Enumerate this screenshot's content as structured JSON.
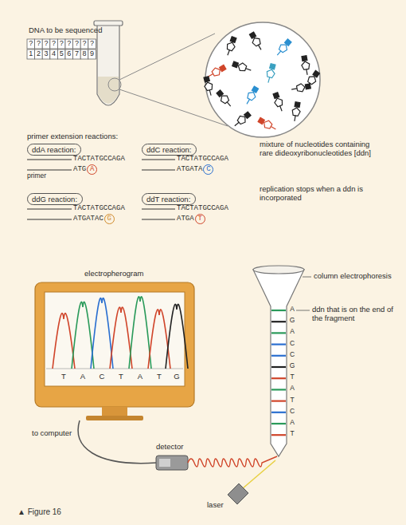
{
  "diagram": {
    "caption": "▲ Figure 16",
    "nodes": [
      {
        "text": [
          "ddA reaction:"
        ]
      },
      {
        "text": [
          "ddC reaction:"
        ]
      },
      {
        "text": [
          "ddG reaction:"
        ]
      },
      {
        "text": [
          "ddT reaction:"
        ]
      },
      {
        "text": [
          "A"
        ]
      },
      {
        "text": [
          "C"
        ]
      },
      {
        "text": [
          "G"
        ]
      },
      {
        "text": [
          "T"
        ]
      }
    ],
    "labels": [
      "DNA to be sequenced",
      "?",
      "?",
      "?",
      "?",
      "?",
      "?",
      "?",
      "?",
      "?",
      "1",
      "2",
      "3",
      "4",
      "5",
      "6",
      "7",
      "8",
      "9",
      "primer extension reactions:",
      "TACTATGCCAGA",
      "ATG",
      "primer",
      "TACTATGCCAGA",
      "ATGATA",
      "TACTATGCCAGA",
      "ATGATAC",
      "TACTATGCCAGA",
      "ATGA",
      "mixture of nucleotides containing rare dideoxyribonucleotides [ddn]",
      "replication stops when a ddn is incorporated",
      "electropherogram",
      "T",
      "A",
      "C",
      "T",
      "A",
      "T",
      "G",
      "column electrophoresis",
      "A",
      "G",
      "A",
      "C",
      "C",
      "G",
      "T",
      "A",
      "T",
      "C",
      "A",
      "T",
      "ddn that is on the end of the fragment",
      "to computer",
      "detector",
      "laser"
    ]
  }
}
